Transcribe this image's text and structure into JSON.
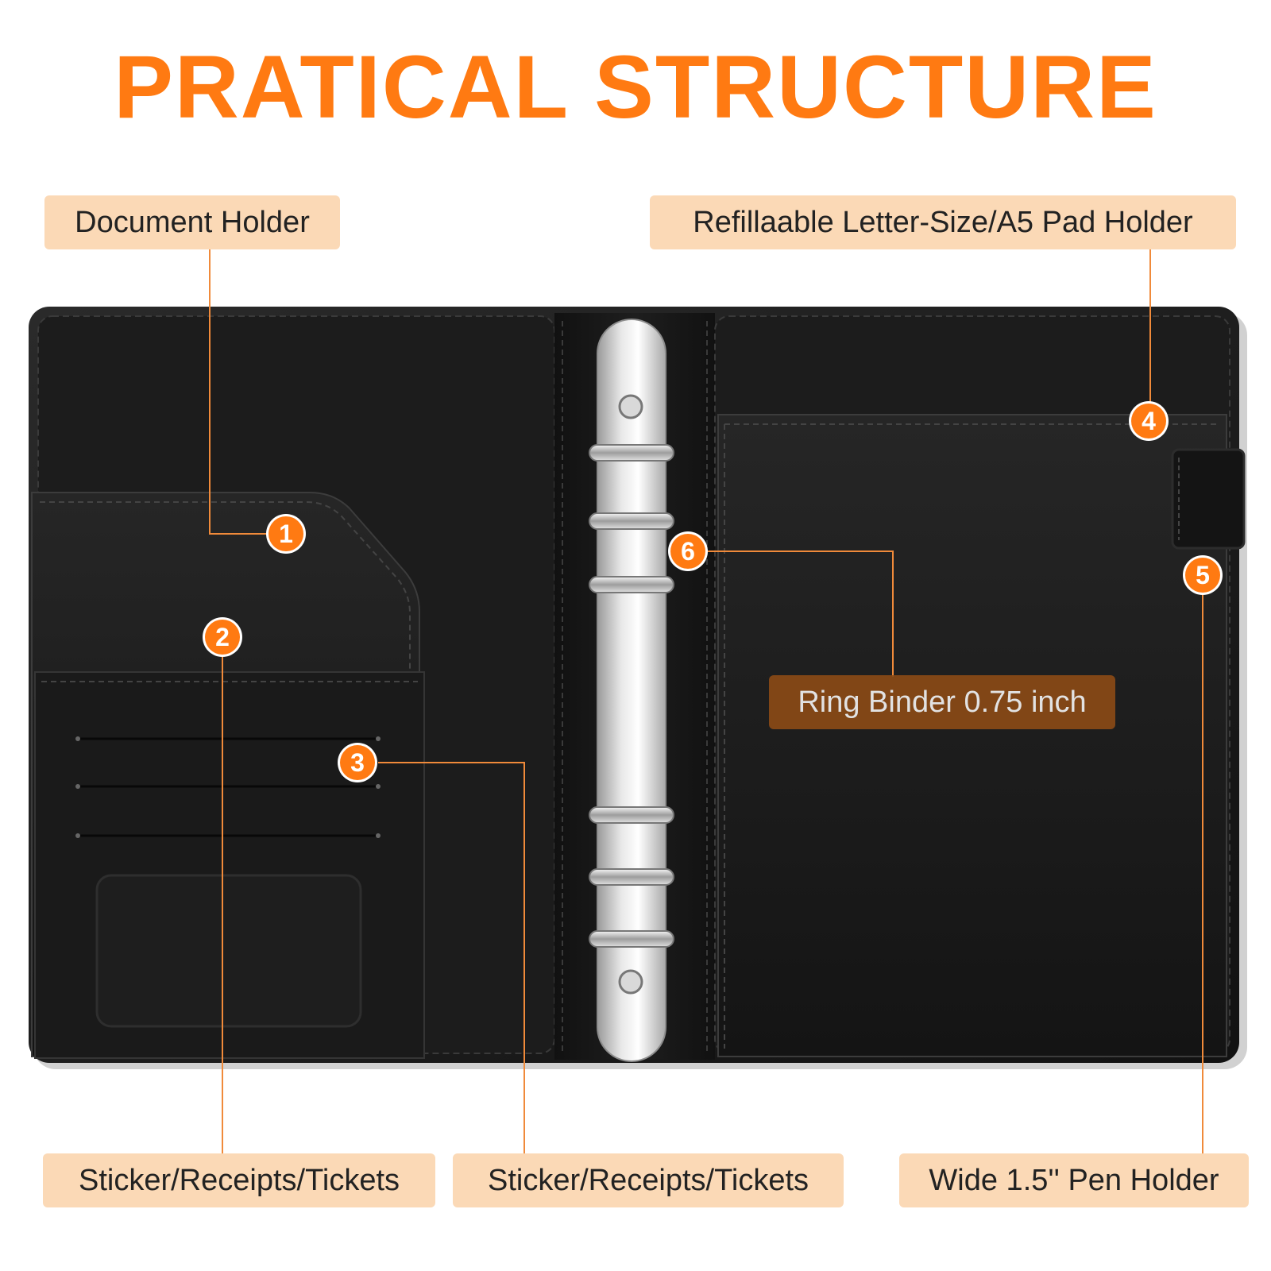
{
  "title": "PRATICAL STRUCTURE",
  "labels": {
    "document_holder": "Document Holder",
    "pad_holder": "Refillaable Letter-Size/A5 Pad Holder",
    "sticker_1": "Sticker/Receipts/Tickets",
    "sticker_2": "Sticker/Receipts/Tickets",
    "pen_holder": "Wide 1.5'' Pen Holder",
    "ring_binder": "Ring Binder 0.75 inch"
  },
  "badges": {
    "b1": "1",
    "b2": "2",
    "b3": "3",
    "b4": "4",
    "b5": "5",
    "b6": "6"
  },
  "colors": {
    "accent": "#ff7a12",
    "label_bg": "#fbd9b6",
    "ring_label_bg": "#8a4a16",
    "leather": "#1b1b1b"
  }
}
